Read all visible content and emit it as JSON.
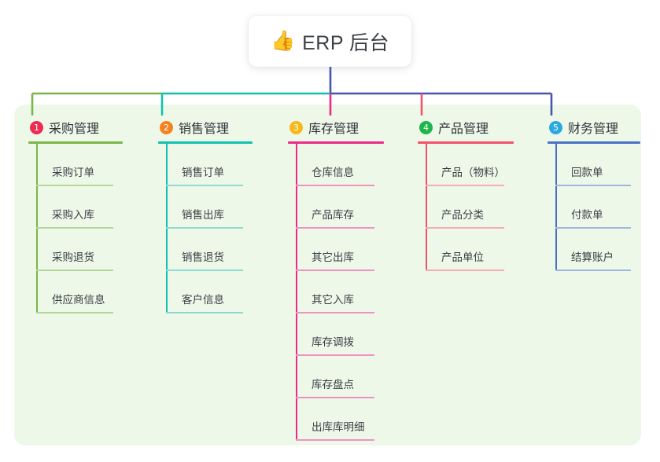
{
  "root": {
    "icon": "thumbs-up-icon",
    "icon_glyph": "👍",
    "title": "ERP 后台"
  },
  "canvas": {
    "panel_bg": "#eef8e9",
    "page_bg": "#ffffff"
  },
  "connector": {
    "stem_color": "#4655ad",
    "bus_segments": [
      {
        "color": "#7ab648",
        "from": "col1",
        "to": "col2"
      },
      {
        "color": "#13c0b0",
        "from": "col2",
        "to": "col3"
      },
      {
        "color": "#4655ad",
        "from": "col3",
        "to": "col5"
      }
    ]
  },
  "columns": [
    {
      "index": "1",
      "badge_number": "1",
      "badge_color": "#ed2b53",
      "title": "采购管理",
      "line_color": "#7ab648",
      "leaf_line_color": "#b4d79a",
      "drop_color": "#7ab648",
      "items": [
        {
          "label": "采购订单"
        },
        {
          "label": "采购入库"
        },
        {
          "label": "采购退货"
        },
        {
          "label": "供应商信息"
        }
      ]
    },
    {
      "index": "2",
      "badge_number": "2",
      "badge_color": "#f58220",
      "title": "销售管理",
      "line_color": "#13c0b0",
      "leaf_line_color": "#8fd9d2",
      "drop_color": "#13c0b0",
      "items": [
        {
          "label": "销售订单"
        },
        {
          "label": "销售出库"
        },
        {
          "label": "销售退货"
        },
        {
          "label": "客户信息"
        }
      ]
    },
    {
      "index": "3",
      "badge_number": "3",
      "badge_color": "#f6b91a",
      "title": "库存管理",
      "line_color": "#ec2a8a",
      "leaf_line_color": "#f093c0",
      "drop_color": "#ec2a8a",
      "items": [
        {
          "label": "仓库信息"
        },
        {
          "label": "产品库存"
        },
        {
          "label": "其它出库"
        },
        {
          "label": "其它入库"
        },
        {
          "label": "库存调拨"
        },
        {
          "label": "库存盘点"
        },
        {
          "label": "出库库明细"
        }
      ]
    },
    {
      "index": "4",
      "badge_number": "4",
      "badge_color": "#1cb64b",
      "title": "产品管理",
      "line_color": "#f4516c",
      "leaf_line_color": "#f6aab3",
      "drop_color": "#f4516c",
      "items": [
        {
          "label": "产品（物料）"
        },
        {
          "label": "产品分类"
        },
        {
          "label": "产品单位"
        }
      ]
    },
    {
      "index": "5",
      "badge_number": "5",
      "badge_color": "#28aae1",
      "title": "财务管理",
      "line_color": "#4a72c4",
      "leaf_line_color": "#9db6e0",
      "drop_color": "#4655ad",
      "items": [
        {
          "label": "回款单"
        },
        {
          "label": "付款单"
        },
        {
          "label": "结算账户"
        }
      ]
    }
  ]
}
